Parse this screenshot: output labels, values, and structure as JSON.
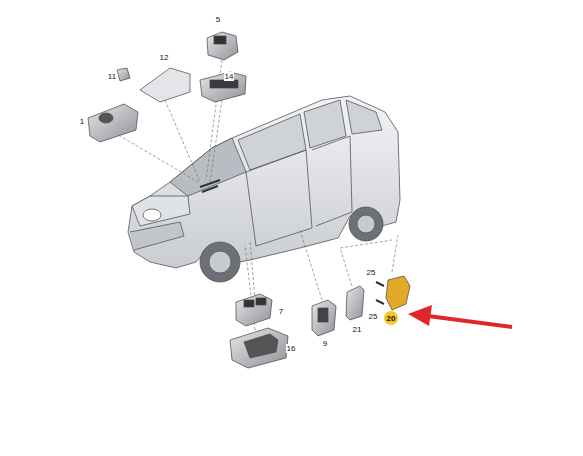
{
  "diagram": {
    "nodes": [
      {
        "text": [
          "20"
        ]
      }
    ],
    "labels": [
      "5",
      "12",
      "11",
      "14",
      "1",
      "7",
      "9",
      "21",
      "25",
      "25",
      "16"
    ]
  }
}
